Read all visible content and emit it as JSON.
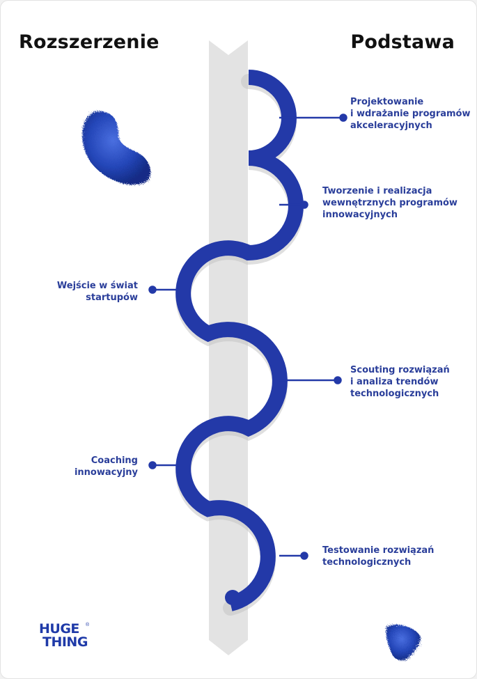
{
  "headings": {
    "left": "Rozszerzenie",
    "right": "Podstawa"
  },
  "items": [
    {
      "side": "right",
      "lines": [
        "Projektowanie",
        "i wdrażanie programów",
        "akceleracyjnych"
      ]
    },
    {
      "side": "right",
      "lines": [
        "Tworzenie i realizacja",
        "wewnętrznych programów",
        "innowacyjnych"
      ]
    },
    {
      "side": "left",
      "lines": [
        "Wejście w świat",
        "startupów"
      ]
    },
    {
      "side": "right",
      "lines": [
        "Scouting rozwiązań",
        "i analiza trendów",
        "technologicznych"
      ]
    },
    {
      "side": "left",
      "lines": [
        "Coaching",
        "innowacyjny"
      ]
    },
    {
      "side": "right",
      "lines": [
        "Testowanie rozwiązań",
        "technologicznych"
      ]
    }
  ],
  "logo": {
    "line1": "HUGE",
    "line2": "THING",
    "mark": "®"
  },
  "colors": {
    "accent": "#2339a8",
    "text": "#2a3e9a",
    "column": "#e3e3e3"
  },
  "icons": {
    "top_left": "fluffy-heart-icon",
    "bottom_right": "fluffy-triangle-icon"
  }
}
